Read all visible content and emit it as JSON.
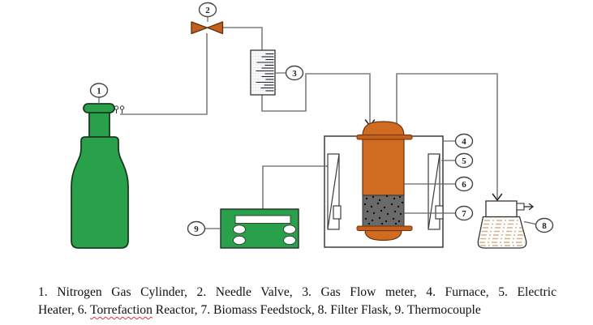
{
  "figure": {
    "type": "torrefaction-process-flow-diagram",
    "components": [
      {
        "number": "1",
        "name": "Nitrogen Gas Cylinder"
      },
      {
        "number": "2",
        "name": "Needle Valve"
      },
      {
        "number": "3",
        "name": "Gas Flow meter"
      },
      {
        "number": "4",
        "name": "Furnace"
      },
      {
        "number": "5",
        "name": "Electric Heater"
      },
      {
        "number": "6",
        "name": "Torrefaction Reactor"
      },
      {
        "number": "7",
        "name": "Biomass Feedstock"
      },
      {
        "number": "8",
        "name": "Filter Flask"
      },
      {
        "number": "9",
        "name": "Thermocouple"
      }
    ]
  },
  "caption": {
    "line1": "1. Nitrogen Gas Cylinder, 2. Needle Valve, 3. Gas Flow meter, 4. Furnace, 5. Electric",
    "line2_before": "Heater, 6. ",
    "line2_marked_word": "Torrefaction",
    "line2_after": " Reactor, 7. Biomass Feedstock, 8. Filter Flask, 9. Thermocouple"
  },
  "colors": {
    "cylinder_green": "#28a14a",
    "valve_orange": "#c2611f",
    "reactor_orange": "#d06b22",
    "flange_orange": "#c75f18",
    "biomass_gray": "#6a6a6a",
    "flask_line_tan": "#d4b088",
    "pipe_gray": "#7f7f7f",
    "spellcheck_red": "#e03030"
  }
}
